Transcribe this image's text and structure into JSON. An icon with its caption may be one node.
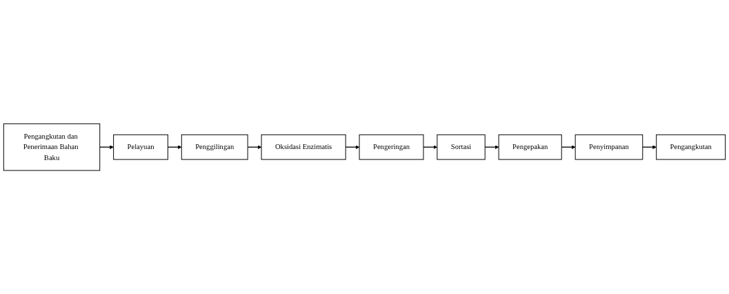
{
  "diagram": {
    "nodes": [
      {
        "text": [
          "Pengangkutan dan Penerimaan Bahan Baku"
        ]
      },
      {
        "text": [
          "Pelayuan"
        ]
      },
      {
        "text": [
          "Penggilingan"
        ]
      },
      {
        "text": [
          "Oksidasi Enzimatis"
        ]
      },
      {
        "text": [
          "Pengeringan"
        ]
      },
      {
        "text": [
          "Sortasi"
        ]
      },
      {
        "text": [
          "Pengepakan"
        ]
      },
      {
        "text": [
          "Penyimpanan"
        ]
      },
      {
        "text": [
          "Pengangkutan"
        ]
      }
    ],
    "edges": [
      {
        "from": 0,
        "to": 1,
        "arrow": "to"
      },
      {
        "from": 1,
        "to": 2,
        "arrow": "to"
      },
      {
        "from": 2,
        "to": 3,
        "arrow": "to"
      },
      {
        "from": 3,
        "to": 4,
        "arrow": "to"
      },
      {
        "from": 4,
        "to": 5,
        "arrow": "to"
      },
      {
        "from": 5,
        "to": 6,
        "arrow": "to"
      },
      {
        "from": 6,
        "to": 7,
        "arrow": "to"
      },
      {
        "from": 7,
        "to": 8,
        "arrow": "to"
      }
    ]
  }
}
